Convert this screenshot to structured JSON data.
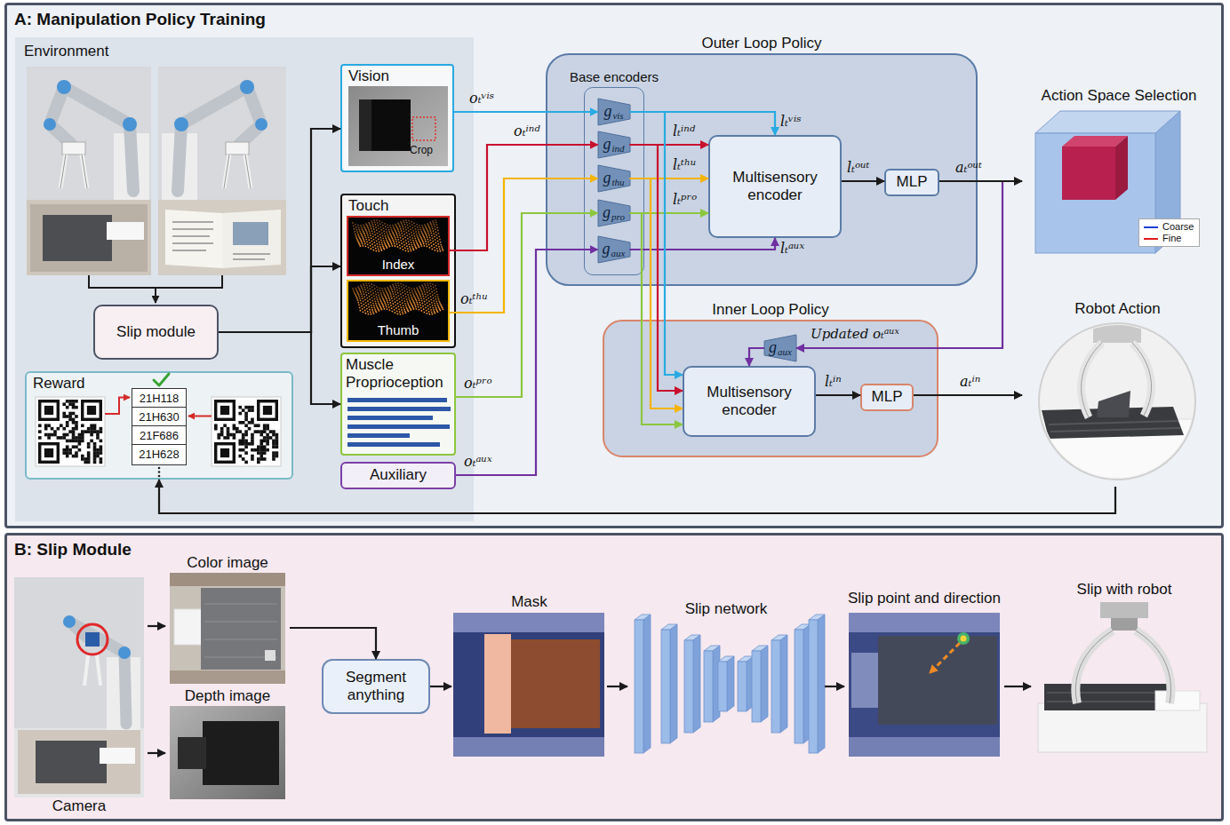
{
  "diagram": {
    "nodes": [
      {
        "text": [
          "A: Manipulation Policy Training"
        ]
      },
      {
        "text": [
          "Environment"
        ],
        "in": 0
      },
      {
        "text": [
          "Slip module"
        ],
        "in": 1
      },
      {
        "text": [
          "Reward"
        ],
        "in": 1
      },
      {
        "text": [
          "21H118"
        ],
        "in": 3
      },
      {
        "text": [
          "21H630"
        ],
        "in": 3
      },
      {
        "text": [
          "21F686"
        ],
        "in": 3
      },
      {
        "text": [
          "21H628"
        ],
        "in": 3
      },
      {
        "text": [
          "Vision"
        ],
        "in": 1
      },
      {
        "text": [
          "Touch"
        ],
        "in": 1
      },
      {
        "text": [
          "Index"
        ],
        "in": 9
      },
      {
        "text": [
          "Thumb"
        ],
        "in": 9
      },
      {
        "text": [
          "Muscle Proprioception"
        ],
        "in": 1
      },
      {
        "text": [
          "Auxiliary"
        ],
        "in": 1
      },
      {
        "text": [
          "Outer Loop Policy"
        ],
        "in": 0
      },
      {
        "text": [
          "Base encoders"
        ],
        "in": 14
      },
      {
        "text": [
          "g",
          "vis"
        ],
        "in": 15
      },
      {
        "text": [
          "g",
          "ind"
        ],
        "in": 15
      },
      {
        "text": [
          "g",
          "thu"
        ],
        "in": 15
      },
      {
        "text": [
          "g",
          "pro"
        ],
        "in": 15
      },
      {
        "text": [
          "g",
          "aux"
        ],
        "in": 15
      },
      {
        "text": [
          "Multisensory encoder"
        ],
        "in": 14
      },
      {
        "text": [
          "MLP"
        ],
        "in": 14
      },
      {
        "text": [
          "Inner Loop Policy"
        ],
        "in": 0
      },
      {
        "text": [
          "g",
          "aux"
        ],
        "in": 23
      },
      {
        "text": [
          "Multisensory encoder"
        ],
        "in": 23
      },
      {
        "text": [
          "MLP"
        ],
        "in": 23
      },
      {
        "text": [
          "Action Space Selection"
        ],
        "in": 0
      },
      {
        "text": [
          "Robot Action"
        ],
        "in": 0
      },
      {
        "text": [
          "B: Slip Module"
        ]
      },
      {
        "text": [
          "Camera"
        ],
        "in": 29
      },
      {
        "text": [
          "Color image"
        ],
        "in": 29
      },
      {
        "text": [
          "Depth image"
        ],
        "in": 29
      },
      {
        "text": [
          "Segment anything"
        ],
        "in": 29
      },
      {
        "text": [
          "Mask"
        ],
        "in": 29
      },
      {
        "text": [
          "Slip network"
        ],
        "in": 29
      },
      {
        "text": [
          "Slip point and direction"
        ],
        "in": 29
      },
      {
        "text": [
          "Slip with robot"
        ],
        "in": 29
      }
    ],
    "edges": [
      {
        "from": 2,
        "to": 8,
        "arrow": "to"
      },
      {
        "from": 2,
        "to": 9,
        "arrow": "to"
      },
      {
        "from": 2,
        "to": 12,
        "arrow": "to"
      },
      {
        "from": 8,
        "to": 16,
        "label": "oₜᵛⁱˢ",
        "arrow": "to"
      },
      {
        "from": 10,
        "to": 17,
        "label": "oₜⁱⁿᵈ",
        "arrow": "to"
      },
      {
        "from": 11,
        "to": 18,
        "label": "oₜᵗʰᵘ",
        "arrow": "to"
      },
      {
        "from": 12,
        "to": 19,
        "label": "oₜᵖʳᵒ",
        "arrow": "to"
      },
      {
        "from": 13,
        "to": 20,
        "label": "oₜᵃᵘˣ",
        "arrow": "to"
      },
      {
        "from": 16,
        "to": 21,
        "label": "lₜᵛⁱˢ",
        "arrow": "to"
      },
      {
        "from": 17,
        "to": 21,
        "label": "lₜⁱⁿᵈ",
        "arrow": "to"
      },
      {
        "from": 18,
        "to": 21,
        "label": "lₜᵗʰᵘ",
        "arrow": "to"
      },
      {
        "from": 19,
        "to": 21,
        "label": "lₜᵖʳᵒ",
        "arrow": "to"
      },
      {
        "from": 20,
        "to": 21,
        "label": "lₜᵃᵘˣ",
        "arrow": "to"
      },
      {
        "from": 21,
        "to": 22,
        "label": "lₜᵒᵘᵗ",
        "arrow": "to"
      },
      {
        "from": 22,
        "to": 27,
        "label": "aₜᵒᵘᵗ",
        "arrow": "to"
      },
      {
        "from": 22,
        "to": 24,
        "label": "Updated oₜᵃᵘˣ",
        "arrow": "to"
      },
      {
        "from": 24,
        "to": 25,
        "arrow": "to"
      },
      {
        "from": 16,
        "to": 25,
        "arrow": "to"
      },
      {
        "from": 17,
        "to": 25,
        "arrow": "to"
      },
      {
        "from": 18,
        "to": 25,
        "arrow": "to"
      },
      {
        "from": 19,
        "to": 25,
        "arrow": "to"
      },
      {
        "from": 25,
        "to": 26,
        "label": "lₜⁱⁿ",
        "arrow": "to"
      },
      {
        "from": 26,
        "to": 28,
        "label": "aₜⁱⁿ",
        "arrow": "to"
      },
      {
        "from": 28,
        "to": 3,
        "arrow": "to"
      },
      {
        "from": 30,
        "to": 31,
        "arrow": "to"
      },
      {
        "from": 30,
        "to": 32,
        "arrow": "to"
      },
      {
        "from": 31,
        "to": 33,
        "arrow": "to"
      },
      {
        "from": 33,
        "to": 34,
        "arrow": "to"
      },
      {
        "from": 34,
        "to": 35,
        "arrow": "to"
      },
      {
        "from": 35,
        "to": 36,
        "arrow": "to"
      },
      {
        "from": 36,
        "to": 37,
        "arrow": "to"
      }
    ],
    "labels": [
      "Crop"
    ],
    "legend": [
      {
        "text": "Coarse"
      },
      {
        "text": "Fine"
      }
    ]
  }
}
